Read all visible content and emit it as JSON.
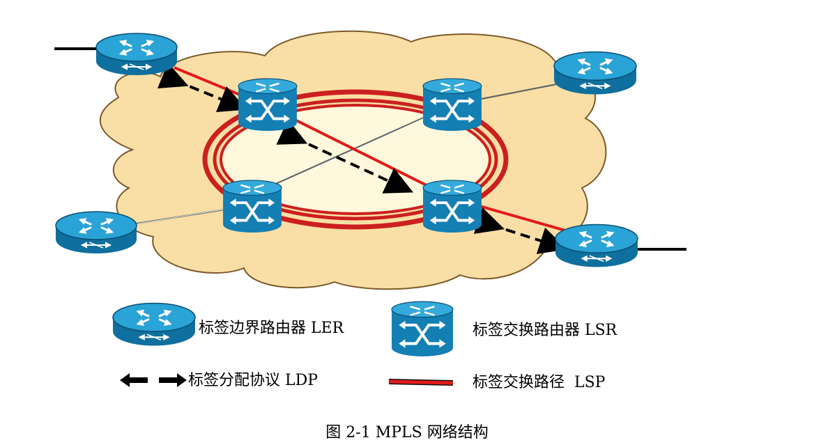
{
  "legend": {
    "ler_label": "标签边界路由器 LER",
    "lsr_label": "标签交换路由器 LSR",
    "ldp_label": "标签分配协议 LDP",
    "lsp_label": "标签交换路径  LSP"
  },
  "caption": "图 2-1 MPLS 网络结构",
  "icons": {
    "ler": "router-icon",
    "lsr": "label-switch-router-icon",
    "ldp": "double-arrow-icon",
    "lsp": "red-path-line-icon"
  },
  "colors": {
    "cloud_fill": "#f9dfa6",
    "cloud_stroke": "#7a5a2a",
    "ring_red": "#cc1f1f",
    "ring_inner": "#fff8dc",
    "device_blue": "#1e8fc1",
    "device_dark": "#0b5f88",
    "lsp_red": "#e21a1a"
  }
}
